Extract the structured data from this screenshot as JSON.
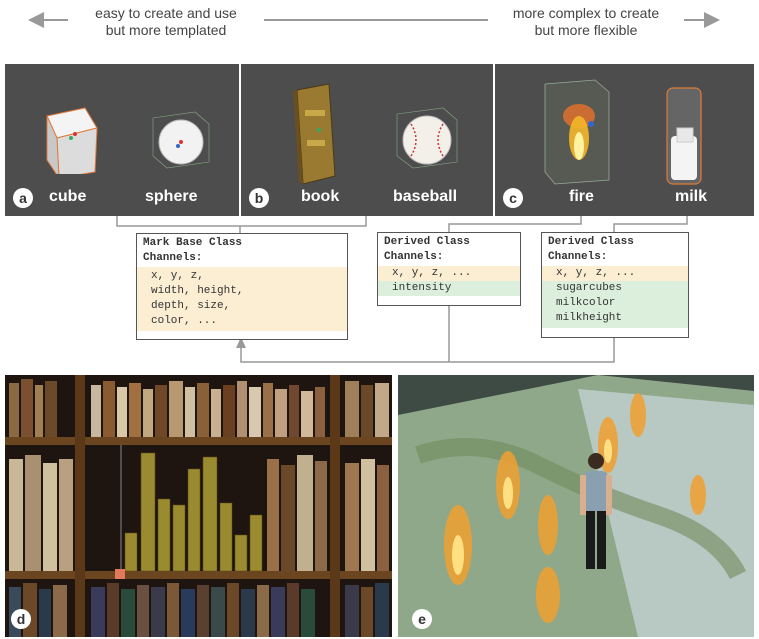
{
  "header": {
    "left_line1": "easy to create and use",
    "left_line2": "but more templated",
    "right_line1": "more complex to create",
    "right_line2": "but more flexible"
  },
  "panels": {
    "a": {
      "badge": "a",
      "labels": [
        "cube",
        "sphere"
      ]
    },
    "b": {
      "badge": "b",
      "labels": [
        "book",
        "baseball"
      ]
    },
    "c": {
      "badge": "c",
      "labels": [
        "fire",
        "milk"
      ]
    },
    "d": {
      "badge": "d"
    },
    "e": {
      "badge": "e"
    }
  },
  "boxes": {
    "base": {
      "title1": "Mark Base Class",
      "title2": "Channels:",
      "rows": [
        "x, y, z,",
        "width, height,",
        "depth, size,",
        "color, ..."
      ]
    },
    "fire": {
      "title1": "Derived Class",
      "title2": "Channels:",
      "inherited": "x, y, z, ...",
      "own": [
        "intensity"
      ]
    },
    "milk": {
      "title1": "Derived Class",
      "title2": "Channels:",
      "inherited": "x, y, z, ...",
      "own": [
        "sugarcubes",
        "milkcolor",
        "milkheight"
      ]
    }
  },
  "colors": {
    "panel_bg": "#4d4d4d",
    "base_channel_bg": "#fbeed3",
    "derived_channel_bg": "#dcefdc",
    "arrow": "#999999"
  },
  "icons": [
    "cube-icon",
    "sphere-icon",
    "book-icon",
    "baseball-icon",
    "fire-icon",
    "milk-glass-icon"
  ]
}
